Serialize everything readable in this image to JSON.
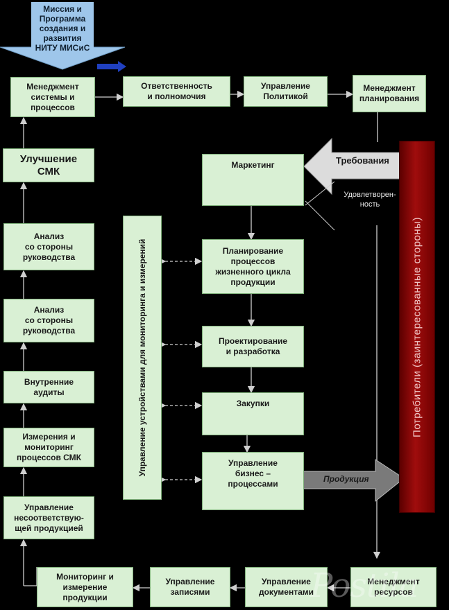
{
  "mission": "Миссия и\nПрограмма\nсоздания и\nразвития\nНИТУ МИСиС",
  "boxes": {
    "mgmt_system": "Менеджмент\nсистемы и\nпроцессов",
    "responsibility": "Ответственность\nи полномочия",
    "policy": "Управление\nПолитикой",
    "planning_mgmt": "Менеджмент\nпланирования",
    "improvement": "Улучшение\nСМК",
    "analysis_1": "Анализ\nсо стороны\nруководства",
    "analysis_2": "Анализ\nсо стороны\nруководства",
    "internal_audits": "Внутренние\nаудиты",
    "measurement": "Измерения и\nмониторинг\nпроцессов СМК",
    "nonconforming": "Управление\nнесоответствую-\nщей продукцией",
    "marketing": "Маркетинг",
    "lifecycle": "Планирование\nпроцессов\nжизненного цикла\nпродукции",
    "design": "Проектирование\nи разработка",
    "purchases": "Закупки",
    "business": "Управление\nбизнес –\nпроцессами",
    "monitoring_product": "Мониторинг и\nизмерение\nпродукции",
    "records": "Управление\nзаписями",
    "documents": "Управление\nдокументами",
    "resources": "Менеджмент\nресурсов"
  },
  "monitoring_devices": "Управление устройствами  для мониторинга и измерений",
  "consumers": "Потребители (заинтересованные стороны)",
  "requirements": "Требования",
  "satisfaction": "Удовлетворен-\nность",
  "product": "Продукция",
  "watermark": "Postila",
  "colors": {
    "box": "#d9f0d4",
    "mission": "#9ec6ea",
    "consumers": "#a00d0d",
    "arrow": "#2040c0"
  }
}
